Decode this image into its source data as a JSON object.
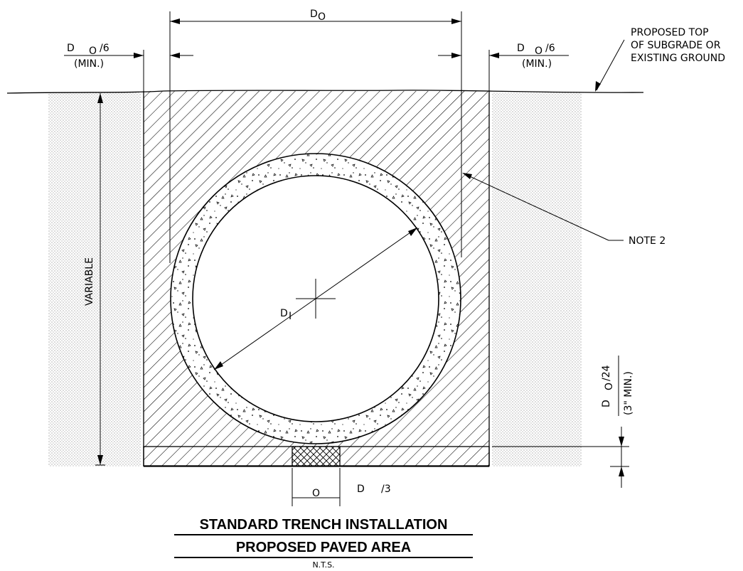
{
  "title_line_1": "STANDARD TRENCH INSTALLATION",
  "title_line_2": "PROPOSED PAVED AREA",
  "scale_note": "N.T.S.",
  "labels": {
    "outer_diameter": "D",
    "outer_diameter_sub": "O",
    "side_clearance_left": "D",
    "side_clearance_left_sub": "O",
    "side_clearance_left_ratio": "/6",
    "side_clearance_left_min": "(MIN.)",
    "side_clearance_right": "D",
    "side_clearance_right_sub": "O",
    "side_clearance_right_ratio": "/6",
    "side_clearance_right_min": "(MIN.)",
    "ground_note_line_1": "PROPOSED TOP",
    "ground_note_line_2": "OF SUBGRADE OR",
    "ground_note_line_3": "EXISTING GROUND",
    "note_2": "NOTE 2",
    "variable": "VARIABLE",
    "inner_diameter": "D",
    "inner_diameter_sub": "I",
    "bedding_depth": "D",
    "bedding_depth_sub": "O",
    "bedding_depth_ratio": "/24",
    "bedding_depth_min": "(3\" MIN.)",
    "center_width": "D",
    "center_width_sub": "O",
    "center_width_ratio": "/3"
  }
}
